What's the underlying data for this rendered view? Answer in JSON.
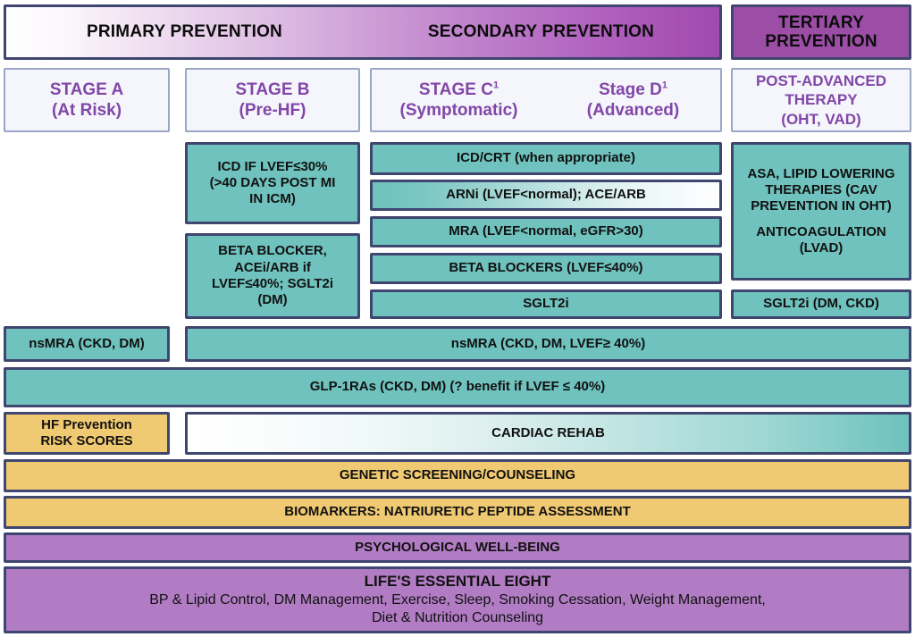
{
  "colors": {
    "teal": "#6fc2bd",
    "gold": "#f0ca72",
    "purple_light": "#b17cc4",
    "purple_header": "#9c4da6",
    "border": "#3f466f",
    "stage_text": "#8246a8",
    "stage_fill": "#f4f6fb"
  },
  "header": {
    "primary": "PRIMARY PREVENTION",
    "secondary": "SECONDARY PREVENTION",
    "tertiary_line1": "TERTIARY",
    "tertiary_line2": "PREVENTION"
  },
  "stages": {
    "a_line1": "STAGE A",
    "a_line2": "(At Risk)",
    "b_line1": "STAGE B",
    "b_line2": "(Pre-HF)",
    "c_line1": "STAGE C",
    "c_sup": "1",
    "c_line2": "(Symptomatic)",
    "d_line1": "Stage D",
    "d_sup": "1",
    "d_line2": "(Advanced)",
    "post_line1": "POST-ADVANCED",
    "post_line2": "THERAPY",
    "post_line3": "(OHT, VAD)"
  },
  "stage_b_boxes": {
    "icd_line1": "ICD IF LVEF≤30%",
    "icd_line2": "(>40 DAYS POST MI",
    "icd_line3": "IN ICM)",
    "bb_line1": "BETA BLOCKER,",
    "bb_line2": "ACEi/ARB if",
    "bb_line3": "LVEF≤40%; SGLT2i",
    "bb_line4": "(DM)"
  },
  "stage_cd_boxes": {
    "icd_crt": "ICD/CRT (when appropriate)",
    "arni": "ARNi (LVEF<normal); ACE/ARB",
    "mra": "MRA (LVEF<normal, eGFR>30)",
    "beta_blockers": "BETA BLOCKERS (LVEF≤40%)",
    "sglt2i": "SGLT2i"
  },
  "tertiary_boxes": {
    "asa_line1": "ASA, LIPID LOWERING",
    "asa_line2": "THERAPIES (CAV",
    "asa_line3": "PREVENTION IN OHT)",
    "asa_line4": "ANTICOAGULATION",
    "asa_line5": "(LVAD)",
    "sglt2i": "SGLT2i (DM, CKD)"
  },
  "wide_rows": {
    "nsmra_left": "nsMRA (CKD, DM)",
    "nsmra_wide": "nsMRA (CKD, DM, LVEF≥ 40%)",
    "glp1ras": "GLP-1RAs (CKD, DM) (? benefit if LVEF ≤ 40%)",
    "hf_prevention_line1": "HF Prevention",
    "hf_prevention_line2": "RISK SCORES",
    "cardiac_rehab": "CARDIAC REHAB",
    "genetic": "GENETIC SCREENING/COUNSELING",
    "biomarkers": "BIOMARKERS: NATRIURETIC PEPTIDE ASSESSMENT",
    "psychological": "PSYCHOLOGICAL WELL-BEING",
    "life8_title": "LIFE'S ESSENTIAL EIGHT",
    "life8_line1": "BP & Lipid Control, DM Management, Exercise, Sleep, Smoking Cessation, Weight Management,",
    "life8_line2": "Diet & Nutrition Counseling"
  }
}
